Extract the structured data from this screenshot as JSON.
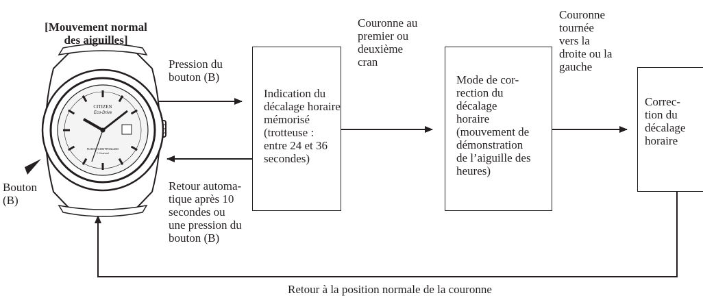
{
  "title": "[Mouvement normal\ndes aiguilles]",
  "button_label": "Bouton\n(B)",
  "watch": {
    "brand": "CITIZEN",
    "model": "Eco-Drive",
    "module": "RADIO CONTROLLED",
    "sub": "7 Channel"
  },
  "arrows": {
    "press_button": "Pression du\nbouton (B)",
    "auto_return": "Retour automa-\ntique après 10\nsecondes ou\nune pression du\nbouton (B)",
    "crown_position": "Couronne au\npremier ou\ndeuxième\ncran",
    "crown_turned": "Couronne\ntournée\nvers la\ndroite ou la\ngauche",
    "return_normal": "Retour à la position normale de la couronne"
  },
  "boxes": {
    "box1": "Indication du\ndécalage horaire\nmémorisé\n(trotteuse   :\nentre 24 et 36\nsecondes)",
    "box2": "Mode de cor-\nrection du\ndécalage\nhoraire\n(mouvement de\ndémonstration\nde l’aiguille des\nheures)",
    "box3": "Correc-\ntion du\ndécalage\nhoraire"
  }
}
